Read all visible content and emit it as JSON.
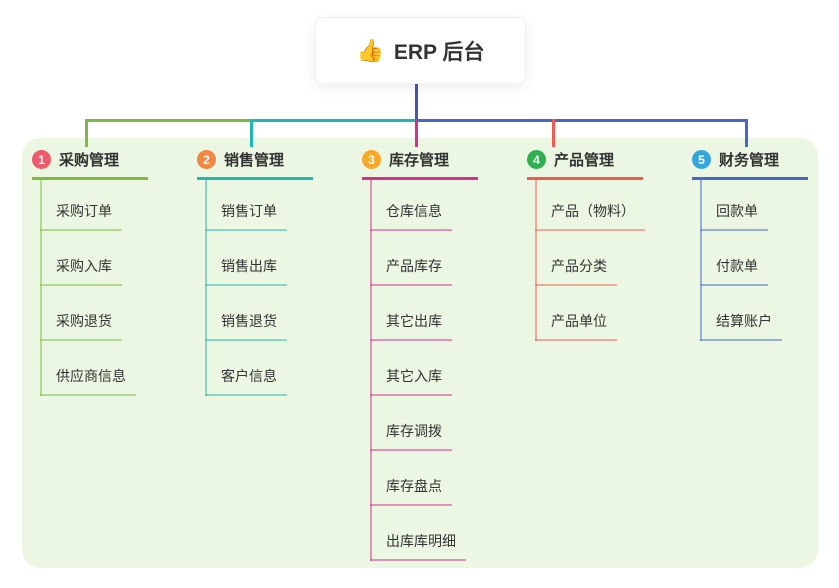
{
  "root": {
    "icon": "👍",
    "title": "ERP 后台"
  },
  "canvas": {
    "background_color": "#ffffff",
    "panel_color": "#EBF7E3",
    "stem_color": "#4553B4",
    "text_color": "#333333"
  },
  "branches": [
    {
      "badge": "1",
      "label": "采购管理",
      "badge_color": "#EE5B6C",
      "line_color": "#7CBA3F",
      "children": [
        "采购订单",
        "采购入库",
        "采购退货",
        "供应商信息"
      ]
    },
    {
      "badge": "2",
      "label": "销售管理",
      "badge_color": "#F18741",
      "line_color": "#1FB8B0",
      "children": [
        "销售订单",
        "销售出库",
        "销售退货",
        "客户信息"
      ]
    },
    {
      "badge": "3",
      "label": "库存管理",
      "badge_color": "#F9A928",
      "line_color": "#D62F8D",
      "children": [
        "仓库信息",
        "产品库存",
        "其它出库",
        "其它入库",
        "库存调拨",
        "库存盘点",
        "出库库明细"
      ]
    },
    {
      "badge": "4",
      "label": "产品管理",
      "badge_color": "#2FAF51",
      "line_color": "#F05B50",
      "children": [
        "产品（物料）",
        "产品分类",
        "产品单位"
      ]
    },
    {
      "badge": "5",
      "label": "财务管理",
      "badge_color": "#35A6DC",
      "line_color": "#4467C9",
      "children": [
        "回款单",
        "付款单",
        "结算账户"
      ]
    }
  ]
}
